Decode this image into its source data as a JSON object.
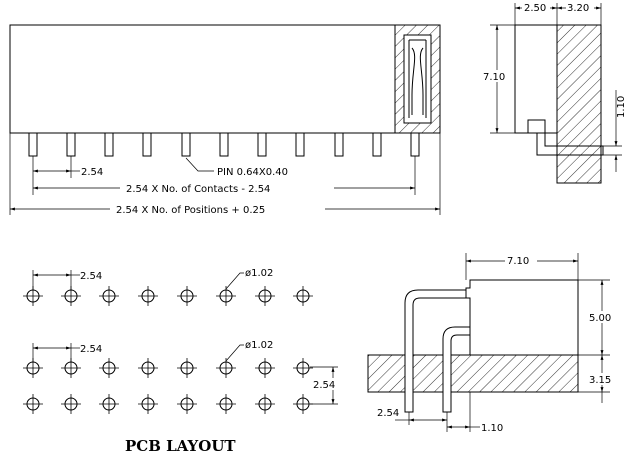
{
  "front_view": {
    "pitch": "2.54",
    "pin_size": "PIN 0.64X0.40",
    "contacts_formula": "2.54 X No. of Contacts - 2.54",
    "positions_formula": "2.54 X No. of Positions + 0.25"
  },
  "side_view": {
    "dim_width_a": "2.50",
    "dim_width_b": "3.20",
    "dim_height": "7.10",
    "dim_pin_offset": "1.10"
  },
  "pcb_layout": {
    "title": "PCB LAYOUT",
    "pitch_top": "2.54",
    "hole_top": "ø1.02",
    "pitch_mid": "2.54",
    "hole_mid": "ø1.02",
    "row_pitch": "2.54"
  },
  "right_angle_view": {
    "dim_length": "7.10",
    "dim_height": "5.00",
    "dim_board": "3.15",
    "dim_pitch": "2.54",
    "dim_offset": "1.10"
  }
}
